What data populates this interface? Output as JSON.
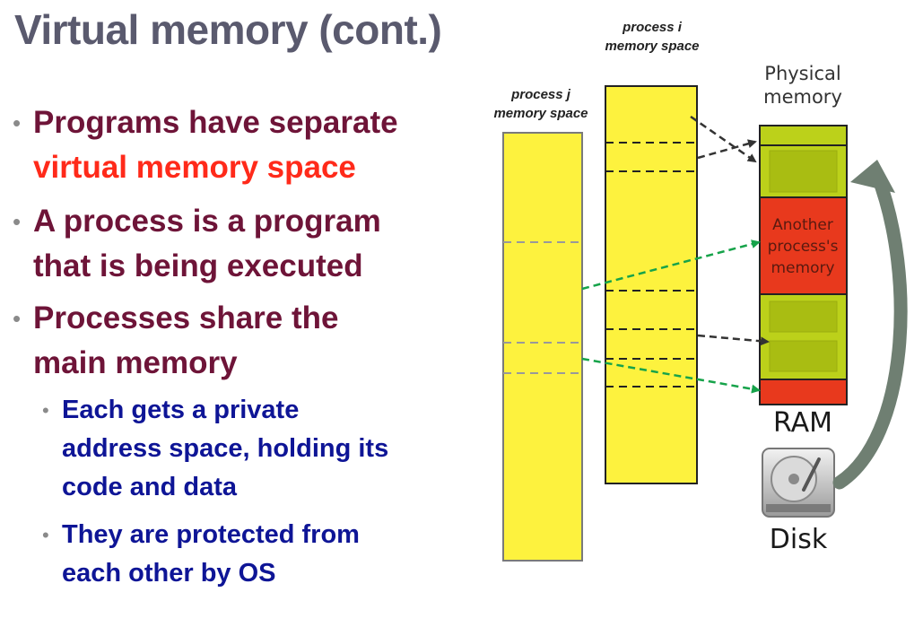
{
  "title": "Virtual memory (cont.)",
  "bullets": [
    {
      "lines": [
        "Programs have separate",
        "virtual memory space"
      ]
    },
    {
      "lines": [
        "A process is a program",
        "that is being executed"
      ]
    },
    {
      "lines": [
        "Processes share the",
        "main memory"
      ]
    }
  ],
  "sub_bullets": [
    {
      "lines": [
        "Each gets a private",
        "address space, holding its",
        "code and data"
      ]
    },
    {
      "lines": [
        "They are protected from",
        "each other by OS"
      ]
    }
  ],
  "bullet_char": "•",
  "diagram": {
    "process_i_label": [
      "process i",
      "memory space"
    ],
    "process_j_label": [
      "process j",
      "memory space"
    ],
    "physical_label": [
      "Physical",
      "memory"
    ],
    "another_label": [
      "Another",
      "process's",
      "memory"
    ],
    "ram_label": "RAM",
    "disk_label": "Disk"
  },
  "colors": {
    "title": "#5a5a6e",
    "bullet_text": "#6e1438",
    "highlight": "#ff2a1a",
    "sub_bullet_text": "#0e1596",
    "process_fill": "#fdf23e",
    "ram_green": "#bcd11a",
    "ram_red": "#e8391d",
    "arrow_dark": "#333333",
    "arrow_green": "#16a34a"
  }
}
